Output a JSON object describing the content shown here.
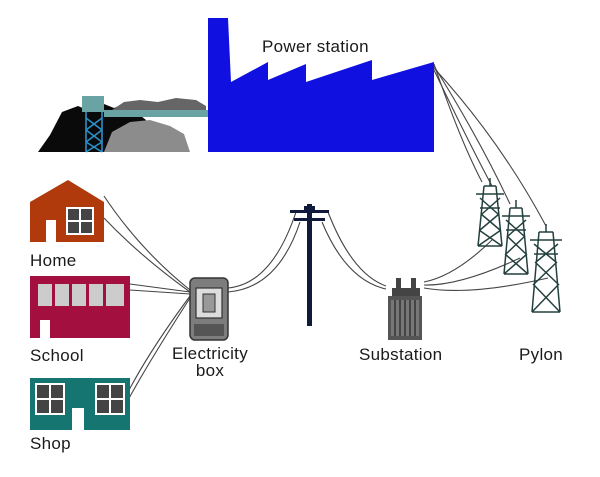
{
  "labels": {
    "power_station": "Power station",
    "home": "Home",
    "school": "School",
    "shop": "Shop",
    "electricity_box_line1": "Electricity",
    "electricity_box_line2": "box",
    "substation": "Substation",
    "pylon": "Pylon"
  },
  "colors": {
    "power_station": "#1010e0",
    "home": "#b03a0c",
    "school": "#a3103f",
    "shop": "#157570",
    "coal_dark": "#0a0a0a",
    "coal_grey": "#8c8c8c",
    "conveyor": "#6aa3a3",
    "pylon": "#24403e",
    "pole": "#111a3a",
    "wire": "#444444",
    "box_grey": "#7d7d7d"
  }
}
